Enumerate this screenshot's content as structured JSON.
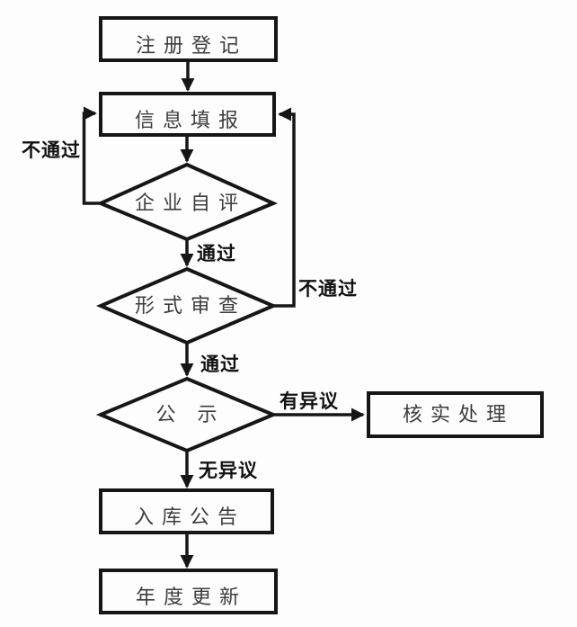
{
  "canvas": {
    "background": "#fdfdfd",
    "line_color": "#161616",
    "node_fill": "#fdfdfd",
    "node_text_color": "#3d3d3d",
    "edge_label_color": "#121212"
  },
  "flowchart": {
    "type": "flowchart",
    "nodes": [
      {
        "id": "register",
        "shape": "rect",
        "label": "注册登记"
      },
      {
        "id": "info-fill",
        "shape": "rect",
        "label": "信息填报"
      },
      {
        "id": "self-eval",
        "shape": "diamond",
        "label": "企业自评"
      },
      {
        "id": "formal-review",
        "shape": "diamond",
        "label": "形式审查"
      },
      {
        "id": "publicity",
        "shape": "diamond",
        "label": "公 示"
      },
      {
        "id": "verify-handle",
        "shape": "rect",
        "label": "核实处理"
      },
      {
        "id": "entry-announce",
        "shape": "rect",
        "label": "入库公告"
      },
      {
        "id": "annual-update",
        "shape": "rect",
        "label": "年度更新"
      }
    ],
    "edge_labels": {
      "self_eval_fail": "不通过",
      "self_eval_pass": "通过",
      "formal_review_fail": "不通过",
      "formal_review_pass": "通过",
      "publicity_objection": "有异议",
      "publicity_no_objection": "无异议"
    },
    "connections": [
      "注册登记 → 信息填报",
      "信息填报 → 企业自评",
      "企业自评 –不通过→ 信息填报",
      "企业自评 –通过→ 形式审查",
      "形式审查 –不通过→ 信息填报",
      "形式审查 –通过→ 公示",
      "公示 –有异议→ 核实处理",
      "公示 –无异议→ 入库公告",
      "入库公告 → 年度更新"
    ]
  }
}
